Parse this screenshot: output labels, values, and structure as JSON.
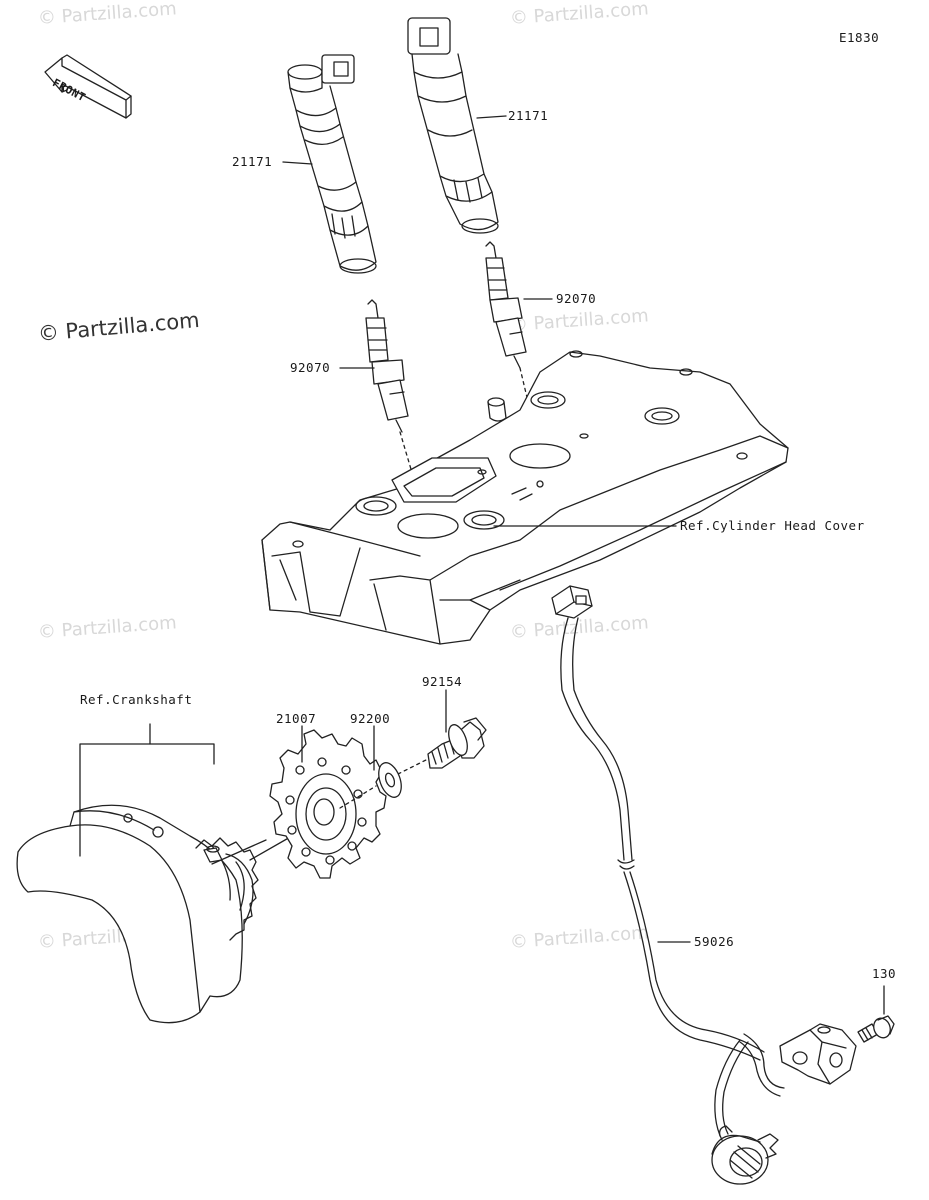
{
  "diagram_id": "E1830",
  "front_arrow_label": "FRONT",
  "watermark_main": "© Partzilla.com",
  "watermark_faint": "© Partzilla.com",
  "callouts": {
    "coil_left": "21171",
    "coil_right": "21171",
    "plug_left": "92070",
    "plug_right": "92070",
    "head_cover_ref": "Ref.Cylinder Head Cover",
    "crankshaft_ref": "Ref.Crankshaft",
    "rotor": "21007",
    "washer": "92200",
    "bolt_flange": "92154",
    "pickup_coil": "59026",
    "bolt_small": "130"
  }
}
